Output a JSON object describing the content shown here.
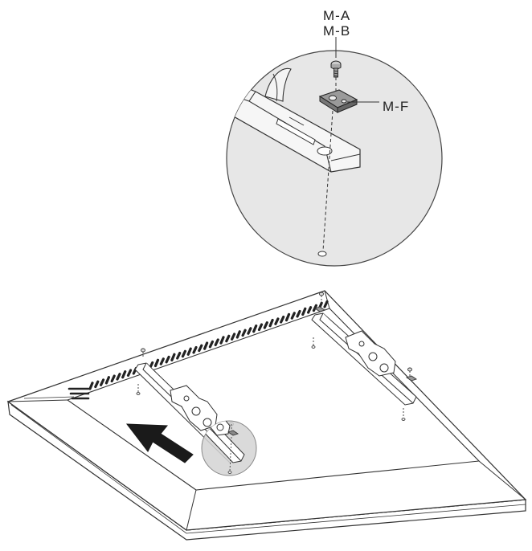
{
  "labels": {
    "ma": "M-A",
    "mb": "M-B",
    "mf": "M-F"
  },
  "colors": {
    "line": "#333333",
    "detail_fill": "#e6e6e6",
    "highlight_fill": "#d2d2d2",
    "arrow": "#1a1a1a",
    "panel": "#ffffff"
  }
}
